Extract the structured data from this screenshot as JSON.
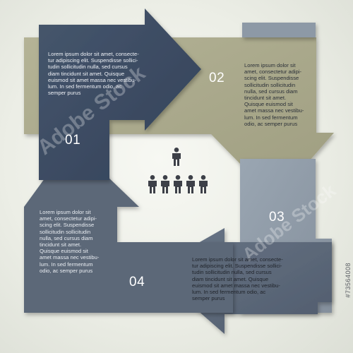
{
  "steps": [
    {
      "number": "01",
      "text": "Lorem ipsum dolor sit amet, consecte-\ntur adipiscing elit. Suspendisse sollici-\ntudin sollicitudin nulla, sed cursus\ndiam tincidunt sit amet. Quisque\neuismod sit amet massa nec vestibu-\nlum. In sed fermentum odio, ac\nsemper purus",
      "color": "#3a4a60"
    },
    {
      "number": "02",
      "text": "Lorem ipsum dolor sit\namet, consectetur adipi-\nscing elit. Suspendisse\nsollicitudin sollicitudin\nnulla, sed cursus diam\ntincidunt sit amet.\nQuisque euismod sit\namet massa nec vestibu-\nlum. In sed fermentum\nodio, ac semper purus",
      "color": "#a8a78a"
    },
    {
      "number": "03",
      "text": "Lorem ipsum dolor sit amet, consecte-\ntur adipiscing elit. Suspendisse sollici-\ntudin sollicitudin nulla, sed cursus\ndiam tincidunt sit amet. Quisque\neuismod sit amet massa nec vestibu-\nlum. In sed fermentum odio, ac\nsemper purus",
      "color": "#8d99a6"
    },
    {
      "number": "04",
      "text": "Lorem ipsum dolor sit\namet, consectetur adipi-\nscing elit. Suspendisse\nsollicitudin sollicitudin\nnulla, sed cursus diam\ntincidunt sit amet.\nQuisque euismod sit\namet massa nec vestibu-\nlum. In sed fermentum\nodio, ac semper purus",
      "color": "#5b6778"
    }
  ],
  "people_icons": {
    "leader_count": 1,
    "team_count": 5,
    "icon": "person-icon",
    "color": "#3d4048"
  },
  "watermark": {
    "text": "Adobe Stock",
    "color": "#ffffff"
  },
  "stock_id": "#73564008"
}
